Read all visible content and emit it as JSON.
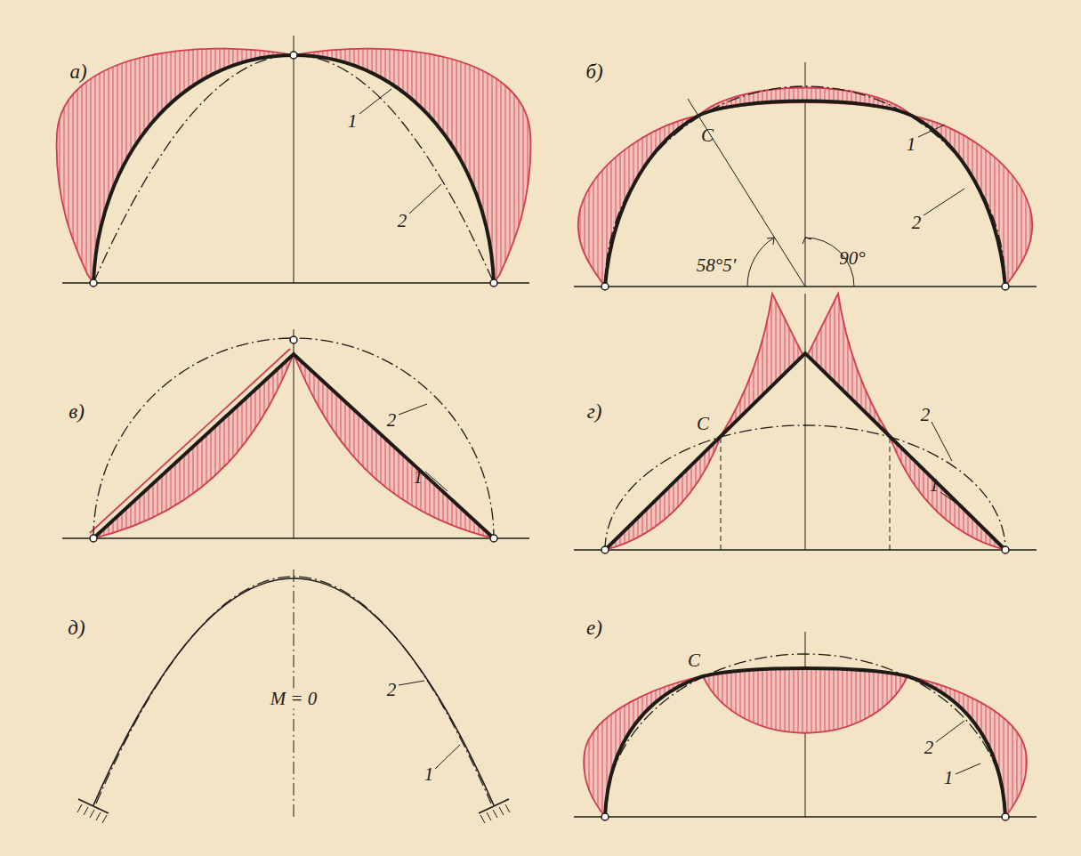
{
  "diagram": {
    "labels": [
      "а)",
      "1",
      "2",
      "б)",
      "C",
      "1",
      "2",
      "58°5'",
      "90°",
      "в)",
      "2",
      "1",
      "г)",
      "C",
      "2",
      "1",
      "д)",
      "M = 0",
      "2",
      "1",
      "е)",
      "C",
      "2",
      "1"
    ]
  }
}
